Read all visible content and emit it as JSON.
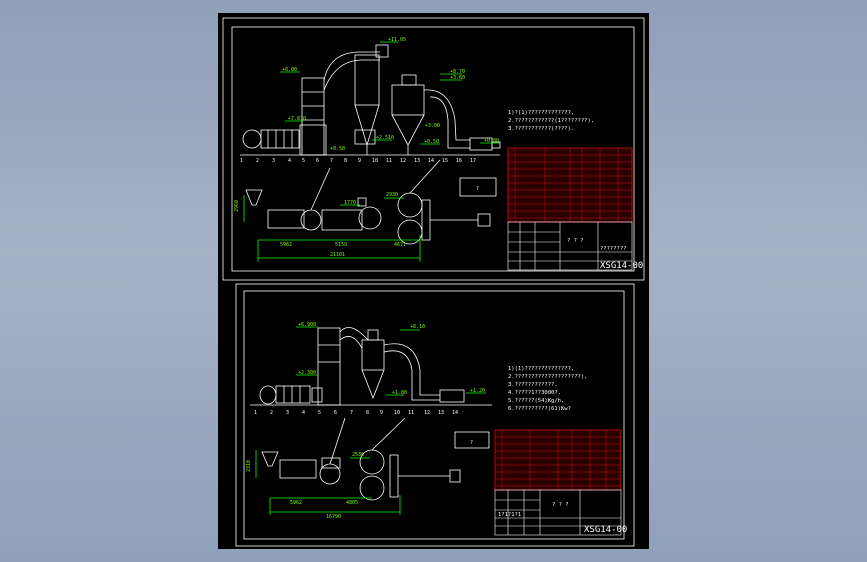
{
  "colors": {
    "background": "#97a6bd",
    "canvas": "#000000",
    "line": "#ffffff",
    "dimension": "#00ff00",
    "table_red": "#cc1111"
  },
  "sheet1": {
    "elevations": [
      "+11.05",
      "+8.00",
      "+7.810",
      "+8.70",
      "+3.60",
      "+3.00",
      "+2.510",
      "+0.50",
      "+0.80",
      "+0.50"
    ],
    "part_numbers": [
      "1",
      "2",
      "3",
      "4",
      "5",
      "6",
      "7",
      "8",
      "9",
      "10",
      "11",
      "12",
      "13",
      "14",
      "15",
      "16",
      "17"
    ],
    "dimensions": [
      "2960",
      "5962",
      "5159",
      "1770",
      "2930",
      "4671",
      "21101"
    ],
    "notes": [
      "1)?(1)?????????????,",
      " 2.????????????(1????????),",
      " 3.???????????(????)."
    ],
    "title_label": "? ? ?",
    "title_sub": "????????",
    "drawing_number": "XSG14-00",
    "symbol": "?"
  },
  "sheet2": {
    "elevations": [
      "+6.900",
      "+8.10",
      "+2.300",
      "+1.80",
      "+1.20"
    ],
    "part_numbers": [
      "1",
      "2",
      "3",
      "4",
      "5",
      "6",
      "7",
      "8",
      "9",
      "10",
      "11",
      "12",
      "13",
      "14"
    ],
    "dimensions": [
      "2310",
      "2530",
      "5962",
      "4805",
      "16790"
    ],
    "notes": [
      "1)(1)??????????????,",
      " 2.????????????????????),",
      " 3.????????????,",
      " 4.?????1??3000?,",
      " 5.??????(54)Kg/h,",
      " 6.??????????(61)Kw?"
    ],
    "title_label": "? ? ?",
    "title_sub": "1?1?1?1",
    "drawing_number": "XSG14-00",
    "symbol": "?"
  }
}
